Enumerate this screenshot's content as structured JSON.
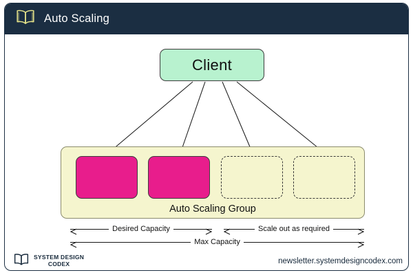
{
  "header": {
    "title": "Auto Scaling",
    "icon": "open-book-icon",
    "bg_color": "#1b2e42",
    "icon_color": "#e8e58a",
    "text_color": "#ffffff"
  },
  "diagram": {
    "client": {
      "label": "Client",
      "fill_color": "#b8f2cf",
      "border_color": "#3d3d3d"
    },
    "asg": {
      "label": "Auto Scaling Group",
      "fill_color": "#f5f5ce",
      "border_color": "#8c8c6e",
      "instances": [
        {
          "name": "instance-1",
          "state": "active",
          "fill_color": "#e81d8c"
        },
        {
          "name": "instance-2",
          "state": "active",
          "fill_color": "#e81d8c"
        },
        {
          "name": "instance-3",
          "state": "pending",
          "fill_color": "none"
        },
        {
          "name": "instance-4",
          "state": "pending",
          "fill_color": "none"
        }
      ]
    },
    "connections": {
      "from": "Client",
      "to": [
        "instance-1",
        "instance-2",
        "instance-3",
        "instance-4"
      ],
      "count": 4,
      "style": "solid-arrow"
    },
    "measures": [
      {
        "name": "desired-capacity",
        "label": "Desired Capacity"
      },
      {
        "name": "scale-out",
        "label": "Scale out as required"
      },
      {
        "name": "max-capacity",
        "label": "Max Capacity"
      }
    ]
  },
  "footer": {
    "logo_icon": "open-book-icon",
    "logo_line1": "SYSTEM DESIGN",
    "logo_line2": "CODEX",
    "url": "newsletter.systemdesigncodex.com"
  }
}
